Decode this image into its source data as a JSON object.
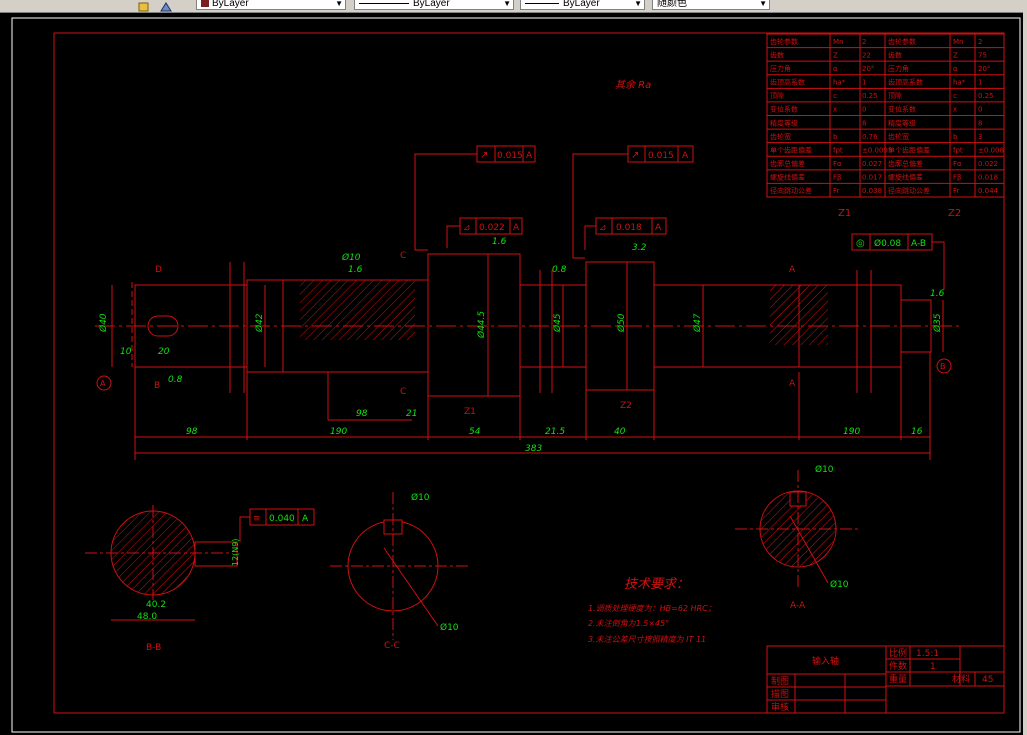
{
  "toolbar": {
    "color_dropdown": "ByLayer",
    "linetype_dropdown": "ByLayer",
    "lineweight_dropdown": "ByLayer",
    "plotstyle_dropdown": "随颜色"
  },
  "drawing": {
    "top_note": "其余 Ra",
    "params_table": [
      [
        "齿轮参数",
        "Mn",
        "2",
        "齿轮参数",
        "Mn",
        "2"
      ],
      [
        "齿数",
        "Z",
        "22",
        "齿数",
        "Z",
        "75"
      ],
      [
        "压力角",
        "α",
        "20°",
        "压力角",
        "α",
        "20°"
      ],
      [
        "齿顶高系数",
        "ha*",
        "1",
        "齿顶高系数",
        "ha*",
        "1"
      ],
      [
        "顶隙",
        "c",
        "0.25",
        "顶隙",
        "c",
        "0.25"
      ],
      [
        "变位系数",
        "x",
        "0",
        "变位系数",
        "x",
        "0"
      ],
      [
        "精度等级",
        "",
        "8",
        "精度等级",
        "",
        "8"
      ],
      [
        "齿轮宽",
        "b",
        "0.76",
        "齿轮宽",
        "b",
        "3"
      ],
      [
        "单个齿距偏差",
        "fpt",
        "±0.0095",
        "单个齿距偏差",
        "fpt",
        "±0.008"
      ],
      [
        "齿廓总偏差",
        "Fα",
        "0.027",
        "齿廓总偏差",
        "Fα",
        "0.022"
      ],
      [
        "螺旋线偏差",
        "Fβ",
        "0.017",
        "螺旋线偏差",
        "Fβ",
        "0.018"
      ],
      [
        "径向跳动公差",
        "Fr",
        "0.038",
        "径向跳动公差",
        "Fr",
        "0.044"
      ]
    ],
    "z1_label": "Z1",
    "z2_label": "Z2",
    "tolerance_1": {
      "symbol": "↗",
      "value": "0.015",
      "datum": "A"
    },
    "tolerance_2": {
      "symbol": "↗",
      "value": "0.015",
      "datum": "A"
    },
    "tolerance_3": {
      "symbol": "⊿",
      "value": "0.022",
      "datum": "A"
    },
    "tolerance_4": {
      "symbol": "⊿",
      "value": "0.018",
      "datum": "A"
    },
    "tolerance_5": {
      "symbol": "◎",
      "value": "Ø0.08",
      "datum": "A-B"
    },
    "tolerance_6": {
      "symbol": "≡",
      "value": "0.040",
      "datum": "A"
    },
    "dims": {
      "d1": "Ø40",
      "d2": "Ø42",
      "d3": "Ø45",
      "d4": "Ø50",
      "d5": "Ø47",
      "d6": "Ø35",
      "d7": "Ø44.5",
      "l1": "10",
      "l2": "20",
      "l3": "98",
      "l4": "190",
      "l5": "98",
      "l6": "21",
      "l7": "54",
      "l8": "21.5",
      "l9": "40",
      "l10": "190",
      "l11": "16",
      "total": "383",
      "key1": "Ø10",
      "key2": "Ø10",
      "key3": "Ø10",
      "sec_bb_1": "40.2",
      "sec_bb_2": "48.0",
      "sec_bb_3": "12(N9)",
      "ra1": "1.6",
      "ra2": "1.6",
      "ra3": "3.2",
      "ra4": "0.8",
      "ra5": "1.6",
      "ra6": "0.8"
    },
    "section_labels": {
      "b": "B-B",
      "c": "C-C",
      "a": "A-A"
    },
    "marks": {
      "a": "A",
      "b": "B",
      "c": "C",
      "d": "D"
    },
    "tech_title": "技术要求：",
    "tech_reqs": [
      "1.调质处理硬度为：HB=62 HRC；",
      "2.未注倒角为1.5×45°",
      "3.未注公差尺寸按照精度为 IT 11"
    ],
    "title_block": {
      "part_name": "输入轴",
      "scale_label": "比例",
      "scale_value": "1.5:1",
      "qty_label": "件数",
      "qty_value": "1",
      "material_label": "材料",
      "material_value": "45",
      "weight_label": "重量",
      "design_label": "制图",
      "check_label": "描图",
      "review_label": "审核"
    }
  }
}
